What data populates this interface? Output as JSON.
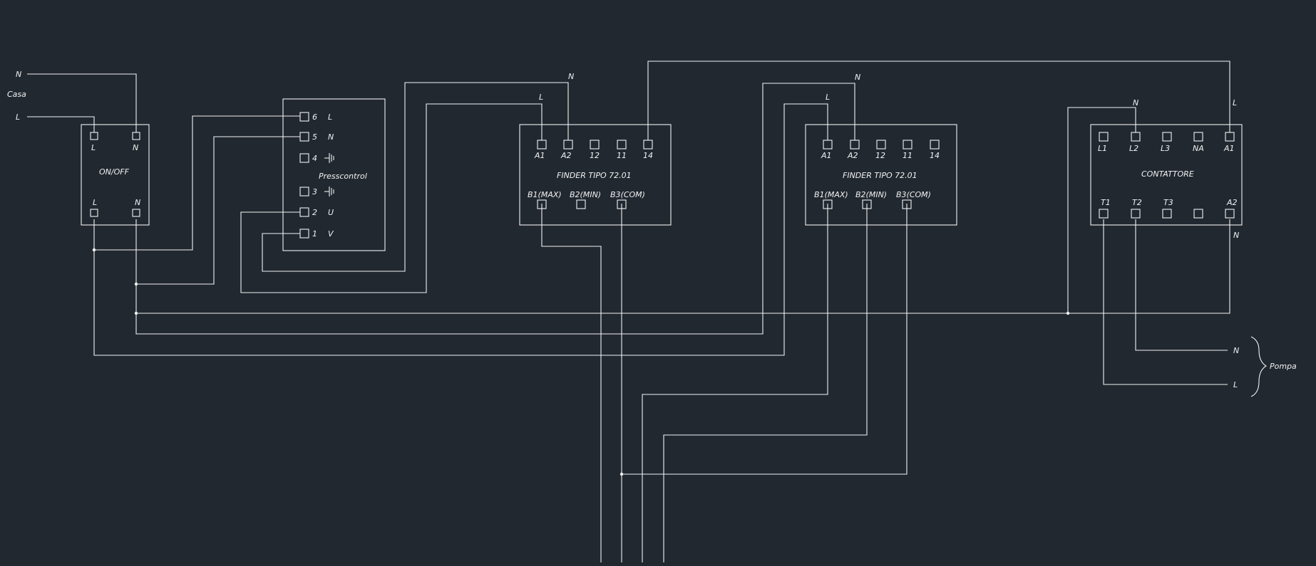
{
  "casa": {
    "title": "Casa",
    "n": "N",
    "l": "L"
  },
  "onoff": {
    "title": "ON/OFF",
    "top": [
      "L",
      "N"
    ],
    "bottom": [
      "L",
      "N"
    ]
  },
  "presscontrol": {
    "title": "Presscontrol",
    "terminals": [
      {
        "num": "6",
        "label": "L"
      },
      {
        "num": "5",
        "label": "N"
      },
      {
        "num": "4",
        "label": "⏚"
      },
      {
        "num": "3",
        "label": "⏚"
      },
      {
        "num": "2",
        "label": "U"
      },
      {
        "num": "1",
        "label": "V"
      }
    ]
  },
  "finder1": {
    "title": "FINDER TIPO 72.01",
    "top": [
      "A1",
      "A2",
      "12",
      "11",
      "14"
    ],
    "bottom": [
      "B1(MAX)",
      "B2(MIN)",
      "B3(COM)"
    ],
    "wire_l": "L",
    "wire_n": "N"
  },
  "finder2": {
    "title": "FINDER TIPO 72.01",
    "top": [
      "A1",
      "A2",
      "12",
      "11",
      "14"
    ],
    "bottom": [
      "B1(MAX)",
      "B2(MIN)",
      "B3(COM)"
    ],
    "wire_l": "L",
    "wire_n": "N"
  },
  "contattore": {
    "title": "CONTATTORE",
    "top": [
      "L1",
      "L2",
      "L3",
      "NA",
      "A1"
    ],
    "bottom": [
      "T1",
      "T2",
      "T3",
      "",
      "A2"
    ],
    "wire_n_top": "N",
    "wire_l_top": "L",
    "wire_n_bottom": "N"
  },
  "pompa": {
    "title": "Pompa",
    "n": "N",
    "l": "L"
  },
  "colors": {
    "background": "#212830",
    "line": "#f2f2f2"
  }
}
